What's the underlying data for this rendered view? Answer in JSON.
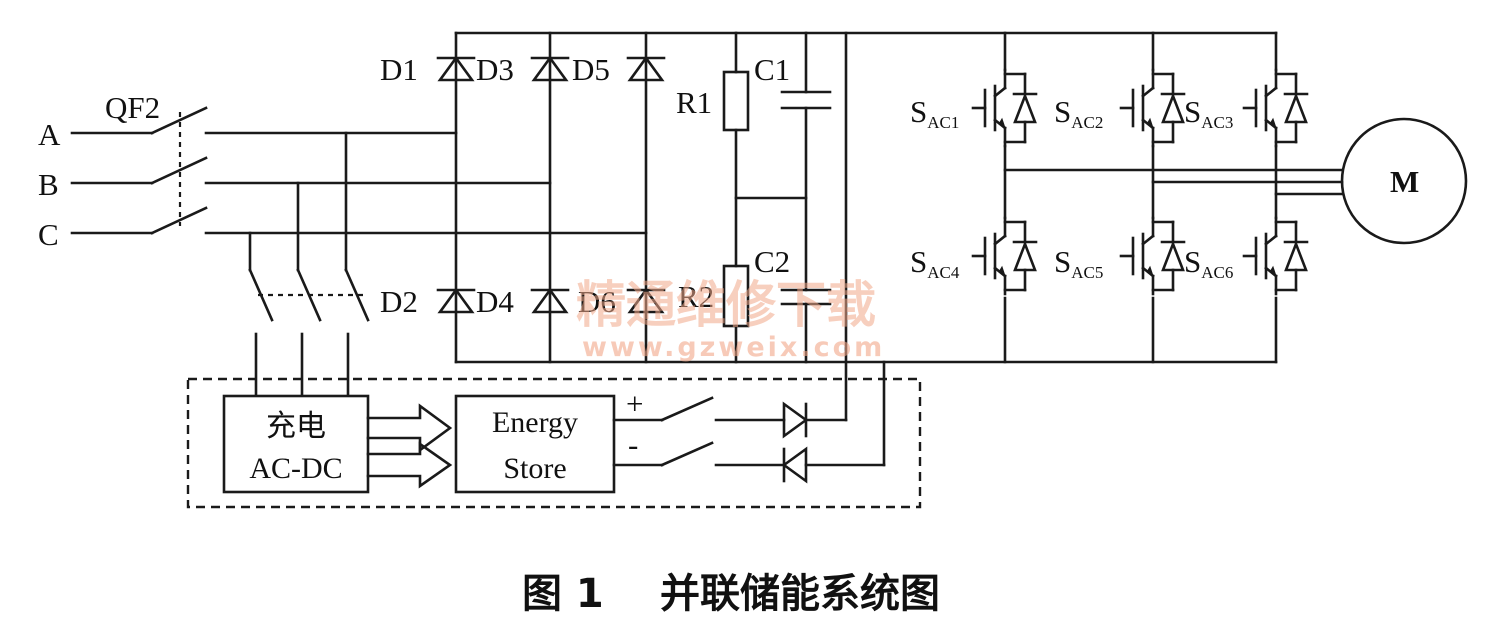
{
  "breaker": {
    "label": "QF2"
  },
  "phases": [
    "A",
    "B",
    "C"
  ],
  "diodes": {
    "top": [
      "D1",
      "D3",
      "D5"
    ],
    "bottom": [
      "D2",
      "D4",
      "D6"
    ]
  },
  "resistors": [
    "R1",
    "R2"
  ],
  "capacitors": [
    "C1",
    "C2"
  ],
  "switches": {
    "top": [
      {
        "base": "S",
        "sub": "AC1"
      },
      {
        "base": "S",
        "sub": "AC2"
      },
      {
        "base": "S",
        "sub": "AC3"
      }
    ],
    "bottom": [
      {
        "base": "S",
        "sub": "AC4"
      },
      {
        "base": "S",
        "sub": "AC5"
      },
      {
        "base": "S",
        "sub": "AC6"
      }
    ]
  },
  "motor": {
    "label": "M"
  },
  "charger": {
    "line1": "充电",
    "line2": "AC-DC"
  },
  "energy_store": {
    "line1": "Energy",
    "line2": "Store"
  },
  "polarity": {
    "plus": "+",
    "minus": "-"
  },
  "caption": {
    "number": "图 1",
    "title": "并联储能系统图"
  },
  "watermark": {
    "text": "精通维修下载",
    "url": "www.gzweix.com"
  }
}
